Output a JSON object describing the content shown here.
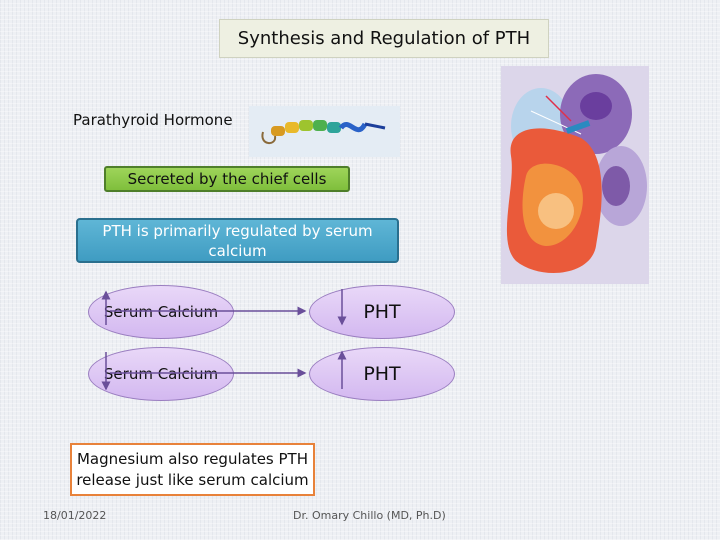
{
  "slide": {
    "title": "Synthesis and Regulation of PTH",
    "hormone_label": "Parathyroid Hormone",
    "secreted_text": "Secreted by the chief cells",
    "regulated_text": "PTH is primarily regulated by serum calcium",
    "relations": [
      {
        "left": "Serum Calcium",
        "right": "PHT",
        "direction": "up-down"
      },
      {
        "left": "Serum Calcium",
        "right": "PHT",
        "direction": "down-up"
      }
    ],
    "magnesium_text": "Magnesium also regulates PTH release just like serum calcium"
  },
  "footer": {
    "date": "18/01/2022",
    "author": "Dr. Omary Chillo (MD, Ph.D)"
  },
  "colors": {
    "green_bar": "#8ccb4a",
    "blue_bar": "#4aa8cc",
    "oval_fill": "#dcc6f4",
    "magnesium_border": "#e8823a",
    "arrow": "#6a4f9a"
  }
}
